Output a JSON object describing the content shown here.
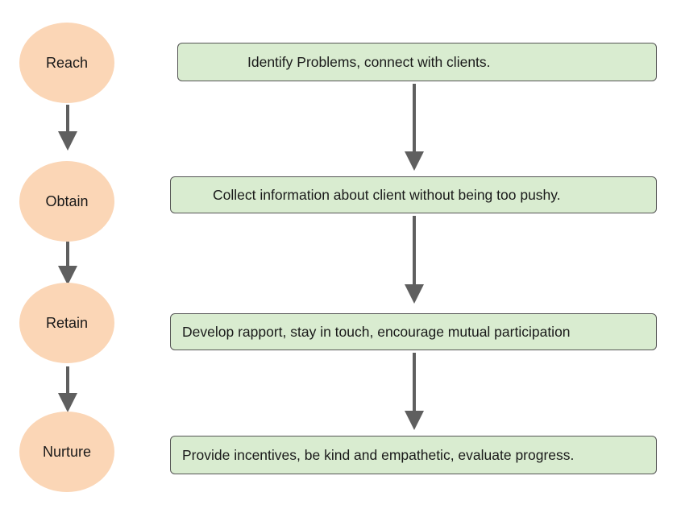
{
  "stages": [
    {
      "label": "Reach",
      "description": "Identify Problems, connect with clients."
    },
    {
      "label": "Obtain",
      "description": "Collect information about client without being too pushy."
    },
    {
      "label": "Retain",
      "description": "Develop rapport, stay in touch, encourage mutual participation"
    },
    {
      "label": "Nurture",
      "description": "Provide incentives, be kind and empathetic, evaluate progress."
    }
  ],
  "colors": {
    "circle_fill": "#fbd6b6",
    "box_fill": "#d9ecd0",
    "box_border": "#555555",
    "arrow": "#5f5f5f"
  }
}
